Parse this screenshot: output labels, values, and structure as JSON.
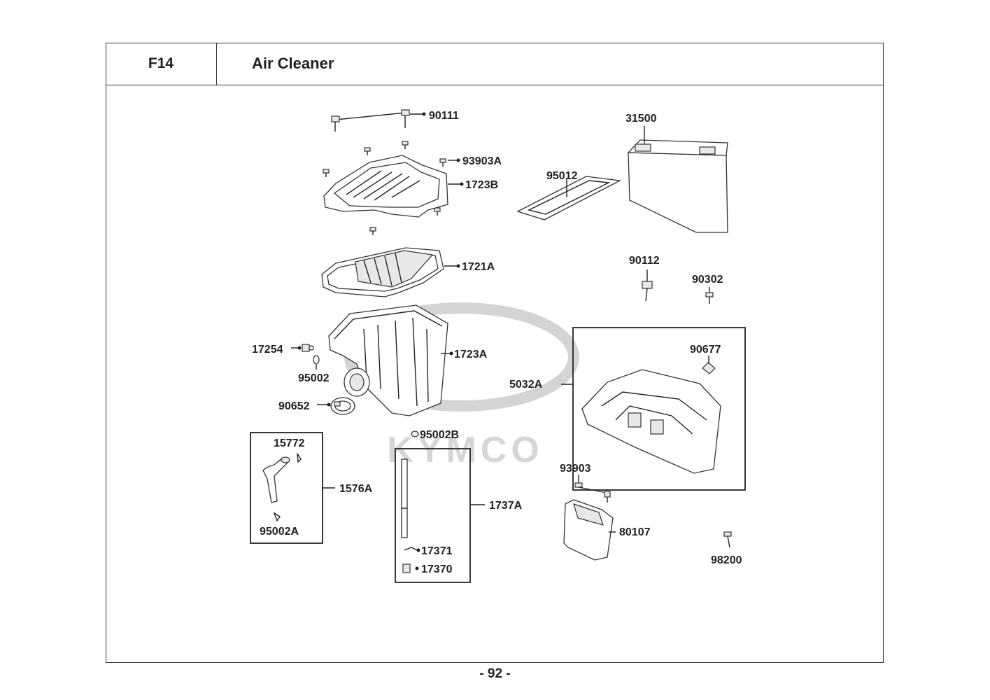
{
  "header": {
    "code": "F14",
    "title": "Air Cleaner"
  },
  "watermark": "KYMCO",
  "page_number": "- 92 -",
  "callouts": {
    "c90111": "90111",
    "c93903A": "93903A",
    "c1723B": "1723B",
    "c1721A": "1721A",
    "c1723A": "1723A",
    "c17254": "17254",
    "c95002": "95002",
    "c90652": "90652",
    "c95002B": "95002B",
    "c15772": "15772",
    "c1576A": "1576A",
    "c95002A": "95002A",
    "c1737A": "1737A",
    "c17371": "17371",
    "c17370": "17370",
    "c31500": "31500",
    "c95012": "95012",
    "c90112": "90112",
    "c90302": "90302",
    "c90677": "90677",
    "c5032A": "5032A",
    "c93903": "93903",
    "c80107": "80107",
    "c98200": "98200"
  }
}
